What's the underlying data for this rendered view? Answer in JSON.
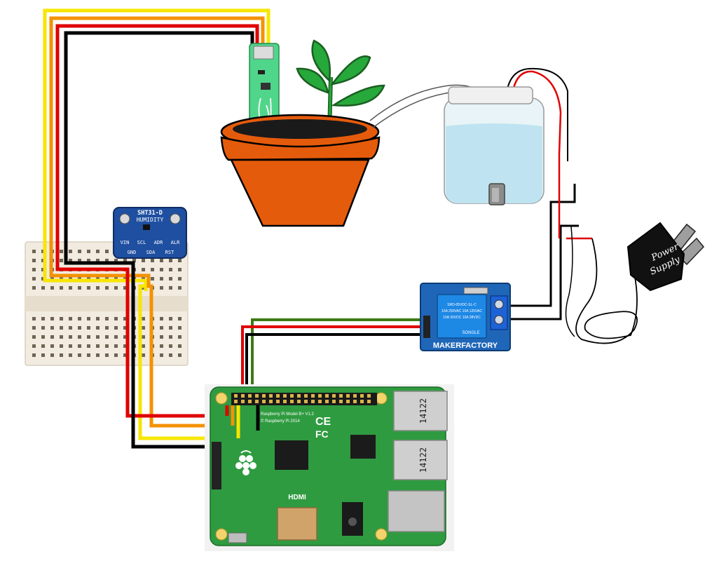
{
  "sensor_board": {
    "title": "SHT31-D",
    "subtitle": "HUMIDITY",
    "pins_top": [
      "VIN",
      "SCL",
      "ADR",
      "ALR"
    ],
    "pins_bottom": [
      "GND",
      "SDA",
      "RST"
    ]
  },
  "relay_module": {
    "brand": "MAKERFACTORY",
    "relay_maker": "SONGLE",
    "relay_lines": [
      "SRD-05VDC-SL-C",
      "10A 250VAC 10A 125VAC",
      "10A 30VDC 10A 28VDC"
    ]
  },
  "power_supply": {
    "label_line1": "Power",
    "label_line2": "Supply"
  },
  "raspberry_pi": {
    "model_text": "Raspberry Pi Model B+ V1.2",
    "copyright_text": "© Raspberry Pi 2014",
    "hdmi_label": "HDMI",
    "ce_mark": "CE",
    "fc_mark": "FC",
    "usb_label": "14122"
  },
  "colors": {
    "wire_yellow": "#f7e600",
    "wire_orange": "#f39200",
    "wire_red": "#e00000",
    "wire_black": "#000000",
    "wire_green": "#3d7a16",
    "pot": "#e55b0c",
    "leaf": "#27a83a",
    "pcb_green": "#2f9b40",
    "sensor_blue": "#1f4fa0",
    "relay_blue": "#1565c0",
    "breadboard": "#f2ebe0"
  },
  "icons": [
    "raspberry-logo-icon",
    "ce-mark-icon",
    "fc-mark-icon",
    "plug-prongs-icon"
  ]
}
